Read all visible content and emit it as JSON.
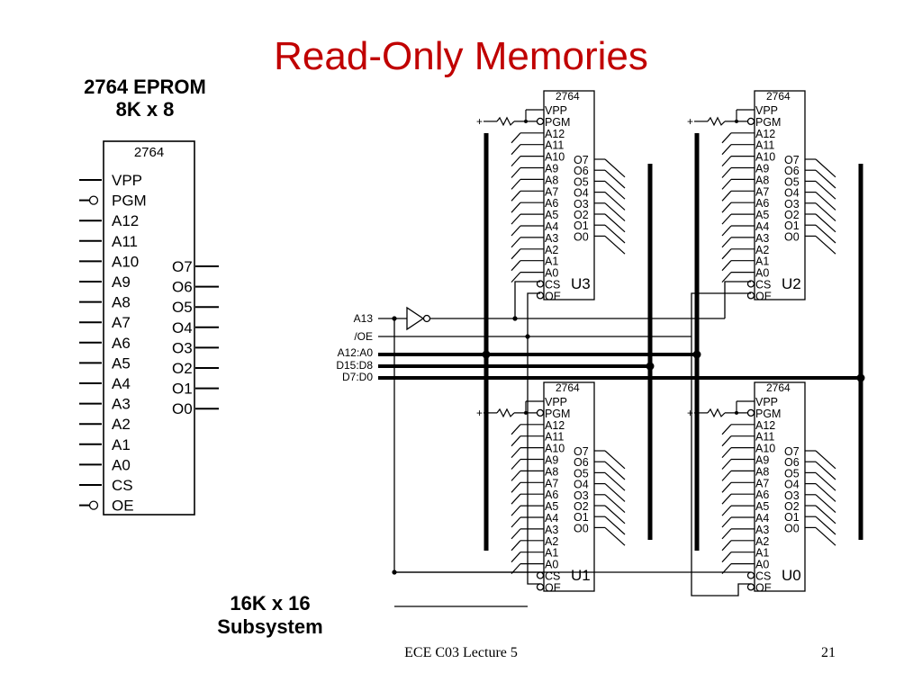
{
  "slide": {
    "title": "Read-Only Memories",
    "left_heading_line1": "2764 EPROM",
    "left_heading_line2": "8K x 8",
    "subsystem_line1": "16K x 16",
    "subsystem_line2": "Subsystem",
    "footer_course": "ECE C03 Lecture 5",
    "footer_page": "21"
  },
  "chip": {
    "part": "2764",
    "control_pins": [
      "VPP",
      "PGM"
    ],
    "address_pins": [
      "A12",
      "A11",
      "A10",
      "A9",
      "A8",
      "A7",
      "A6",
      "A5",
      "A4",
      "A3",
      "A2",
      "A1",
      "A0"
    ],
    "select_pins": [
      "CS",
      "OE"
    ],
    "output_pins": [
      "O7",
      "O6",
      "O5",
      "O4",
      "O3",
      "O2",
      "O1",
      "O0"
    ]
  },
  "subsystem": {
    "chips": [
      "U3",
      "U2",
      "U1",
      "U0"
    ],
    "signals": [
      "A13",
      "/OE",
      "A12:A0",
      "D15:D8",
      "D7:D0"
    ],
    "plus": "+"
  },
  "colors": {
    "title": "#c00000",
    "line": "#000000"
  }
}
